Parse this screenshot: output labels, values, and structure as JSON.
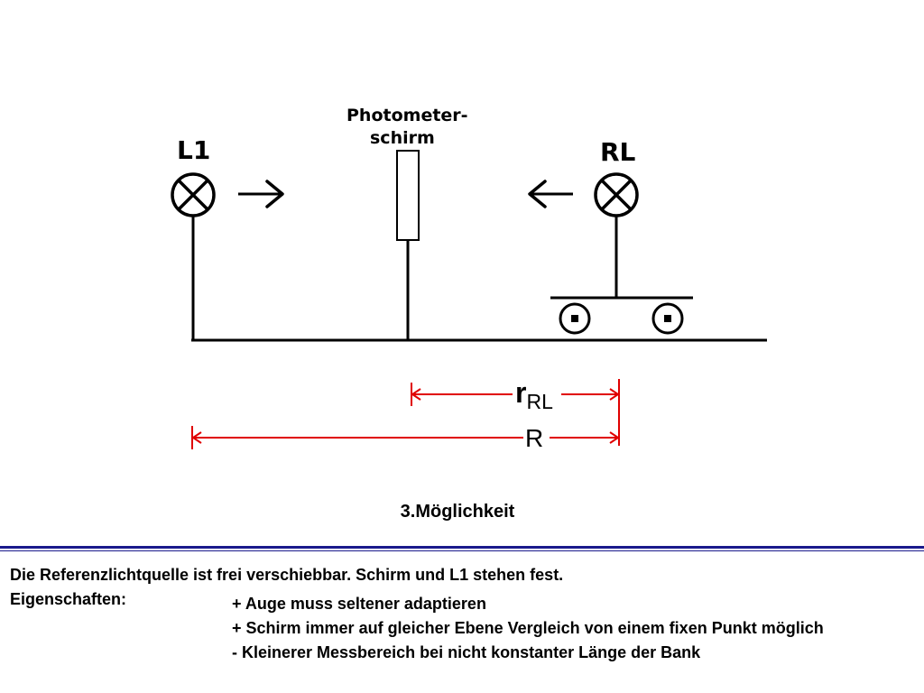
{
  "diagram": {
    "lamp_left_label": "L1",
    "lamp_right_label": "RL",
    "screen_label_line1": "Photometer-",
    "screen_label_line2": "schirm",
    "dim_short_main": "r",
    "dim_short_sub": "RL",
    "dim_long": "R",
    "colors": {
      "line": "#000000",
      "dimension": "#e00000",
      "separator": "#1a1a8c"
    },
    "icons": [
      "lamp-cross-icon",
      "arrow-right-icon",
      "arrow-left-icon",
      "wheel-icon"
    ]
  },
  "caption": "3.Möglichkeit",
  "description": {
    "intro": "Die Referenzlichtquelle ist frei verschiebbar. Schirm und L1 stehen fest.",
    "properties_label": "Eigenschaften:",
    "properties": [
      "+ Auge muss seltener adaptieren",
      "+ Schirm immer auf gleicher Ebene Vergleich von einem fixen Punkt möglich",
      "- Kleinerer Messbereich bei nicht konstanter Länge der Bank"
    ]
  }
}
